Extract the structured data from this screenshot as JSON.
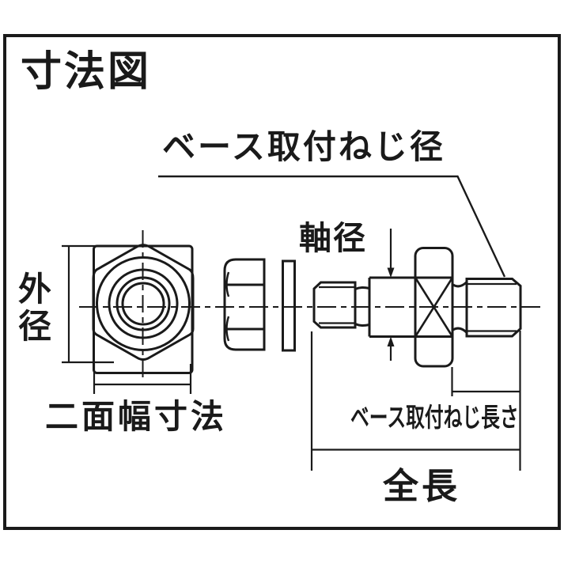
{
  "diagram": {
    "title": "寸法図",
    "labels": {
      "base_screw_diameter": "ベース取付ねじ径",
      "shaft_diameter": "軸径",
      "outer_diameter": "外径",
      "width_across_flats": "二面幅寸法",
      "base_screw_length": "ベース取付ねじ長さ",
      "overall_length": "全長"
    },
    "colors": {
      "line": "#1a1a1a",
      "background": "#ffffff"
    }
  }
}
